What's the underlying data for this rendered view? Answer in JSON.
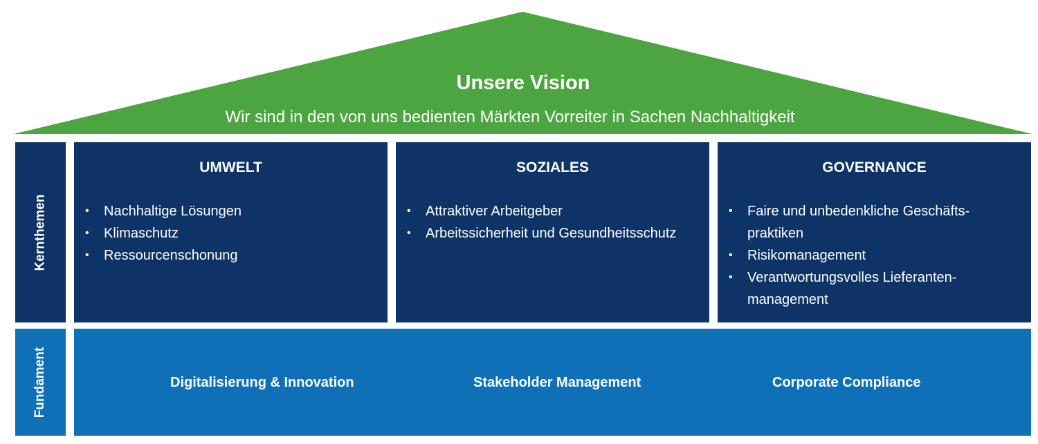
{
  "colors": {
    "roof": "#4da541",
    "pillar": "#0e3366",
    "foundation": "#0f70b7",
    "text": "#ffffff"
  },
  "roof": {
    "title": "Unsere Vision",
    "subtitle": "Wir sind in den von uns bedienten Märkten Vorreiter in Sachen Nachhaltigkeit"
  },
  "side_labels": {
    "core": "Kernthemen",
    "foundation": "Fundament"
  },
  "pillars": [
    {
      "title": "UMWELT",
      "items": [
        "Nachhaltige Lösungen",
        "Klimaschutz",
        "Ressourcenschonung"
      ]
    },
    {
      "title": "SOZIALES",
      "items": [
        "Attraktiver Arbeitgeber",
        "Arbeitssicherheit und Gesundheitsschutz"
      ]
    },
    {
      "title": "GOVERNANCE",
      "items": [
        "Faire und unbedenkliche Geschäfts-praktiken",
        "Risikomanagement",
        "Verantwortungsvolles Lieferanten-management"
      ]
    }
  ],
  "foundation": {
    "items": [
      "Digitalisierung & Innovation",
      "Stakeholder Management",
      "Corporate Compliance"
    ]
  }
}
